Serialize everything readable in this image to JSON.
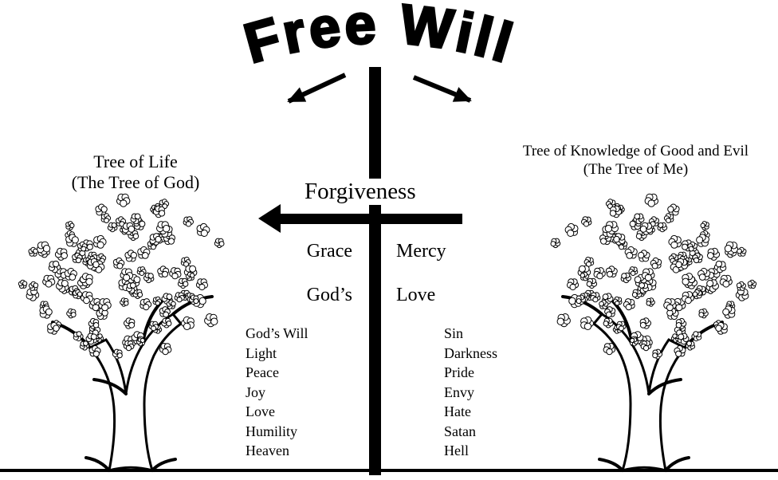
{
  "title": "Free Will",
  "left_tree": {
    "label_line1": "Tree of Life",
    "label_line2": "(The Tree of God)"
  },
  "right_tree": {
    "label_line1": "Tree of Knowledge of Good and Evil",
    "label_line2": "(The Tree of Me)"
  },
  "cross": {
    "top_word": "Forgiveness",
    "left_upper": "Grace",
    "right_upper": "Mercy",
    "left_lower": "God’s",
    "right_lower": "Love"
  },
  "left_list": [
    "God’s Will",
    "Light",
    "Peace",
    "Joy",
    "Love",
    "Humility",
    "Heaven"
  ],
  "right_list": [
    "Sin",
    "Darkness",
    "Pride",
    "Envy",
    "Hate",
    "Satan",
    "Hell"
  ],
  "colors": {
    "ink": "#000000",
    "background": "#ffffff"
  }
}
